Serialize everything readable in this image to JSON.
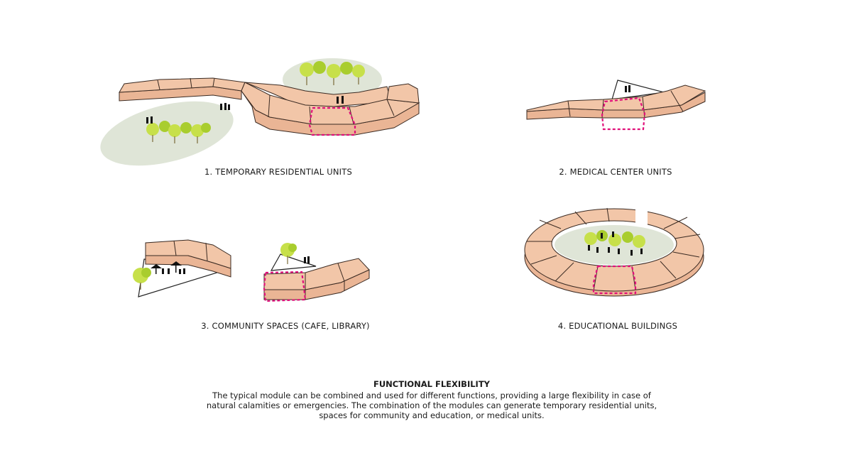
{
  "captions": {
    "c1": "1. TEMPORARY RESIDENTIAL UNITS",
    "c2": "2. MEDICAL CENTER UNITS",
    "c3": "3. COMMUNITY SPACES (CAFE, LIBRARY)",
    "c4": "4. EDUCATIONAL BUILDINGS"
  },
  "summary": {
    "title": "FUNCTIONAL FLEXIBILITY",
    "lines": [
      "The typical module can be combined and used for different functions, providing a large flexibility in case of",
      "natural calamities or emergencies. The combination of the modules can generate temporary residential units,",
      "spaces for community and education, or medical units."
    ]
  },
  "colors": {
    "module": "#f2c6a8",
    "module_side": "#eab595",
    "highlight": "#e0107a",
    "lawn": "#dfe5d7",
    "tree": "#c7e04a"
  }
}
